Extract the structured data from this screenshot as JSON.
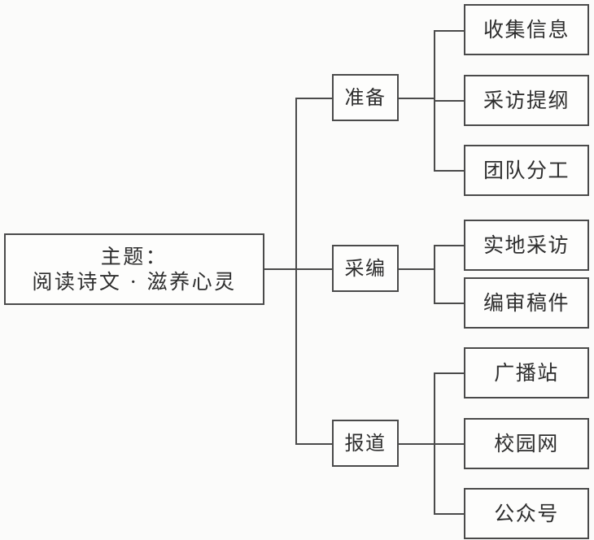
{
  "diagram": {
    "type": "tree",
    "orientation": "left-to-right",
    "title_note": "Mind map of a school reading-and-reporting project",
    "root": {
      "id": "root",
      "line1": "主题：",
      "line2": "阅读诗文 · 滋养心灵"
    },
    "branches": [
      {
        "id": "branch-prepare",
        "label": "准备",
        "leaves": [
          {
            "id": "leaf-collect-info",
            "label": "收集信息"
          },
          {
            "id": "leaf-interview-outline",
            "label": "采访提纲"
          },
          {
            "id": "leaf-team-roles",
            "label": "团队分工"
          }
        ]
      },
      {
        "id": "branch-edit",
        "label": "采编",
        "leaves": [
          {
            "id": "leaf-field-interview",
            "label": "实地采访"
          },
          {
            "id": "leaf-review-draft",
            "label": "编审稿件"
          }
        ]
      },
      {
        "id": "branch-report",
        "label": "报道",
        "leaves": [
          {
            "id": "leaf-broadcast-station",
            "label": "广播站"
          },
          {
            "id": "leaf-campus-network",
            "label": "校园网"
          },
          {
            "id": "leaf-official-account",
            "label": "公众号"
          }
        ]
      }
    ],
    "colors": {
      "background": "#fbfbfa",
      "box_fill": "#fdfdfc",
      "stroke": "#4a4a4a",
      "text": "#2e2e2e"
    }
  }
}
